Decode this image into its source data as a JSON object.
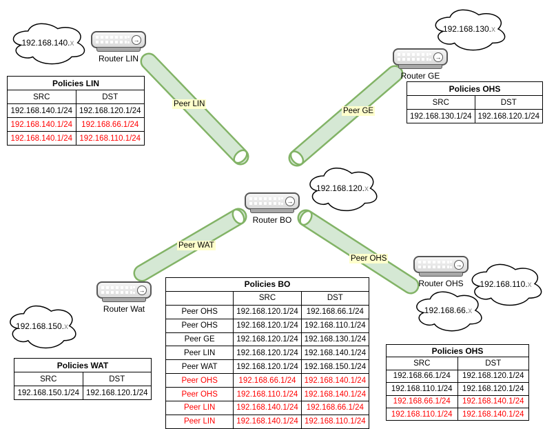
{
  "colors": {
    "link_fill": "#d5e8d4",
    "link_stroke": "#82b366",
    "peer_label_bg": "#ffffcc",
    "alert_text": "#ff0000",
    "normal_text": "#000000"
  },
  "icons": {
    "router_arrow": "→",
    "cloud": "cloud-shape",
    "router": "router-appliance"
  },
  "clouds": {
    "net140": {
      "net": "192.168.140.",
      "host": "x"
    },
    "net130": {
      "net": "192.168.130.",
      "host": "x"
    },
    "net120": {
      "net": "192.168.120.",
      "host": "x"
    },
    "net150": {
      "net": "192.168.150.",
      "host": "x"
    },
    "net110": {
      "net": "192.168.110.",
      "host": "x"
    },
    "net66": {
      "net": "192.168.66.",
      "host": "x"
    }
  },
  "routers": {
    "lin": {
      "label": "Router LIN"
    },
    "ge": {
      "label": "Router GE"
    },
    "bo": {
      "label": "Router BO"
    },
    "wat": {
      "label": "Router Wat"
    },
    "ohs": {
      "label": "Router OHS"
    }
  },
  "links": {
    "lin": {
      "label": "Peer LIN"
    },
    "ge": {
      "label": "Peer GE"
    },
    "wat": {
      "label": "Peer WAT"
    },
    "ohs": {
      "label": "Peer OHS"
    }
  },
  "tables": {
    "lin": {
      "title": "Policies LIN",
      "columns": [
        "SRC",
        "DST"
      ],
      "rows": [
        {
          "cells": [
            "192.168.140.1/24",
            "192.168.120.1/24"
          ],
          "alert": false
        },
        {
          "cells": [
            "192.168.140.1/24",
            "192.168.66.1/24"
          ],
          "alert": true
        },
        {
          "cells": [
            "192.168.140.1/24",
            "192.168.110.1/24"
          ],
          "alert": true
        }
      ]
    },
    "ge": {
      "title": "Policies OHS",
      "columns": [
        "SRC",
        "DST"
      ],
      "rows": [
        {
          "cells": [
            "192.168.130.1/24",
            "192.168.120.1/24"
          ],
          "alert": false
        }
      ]
    },
    "wat": {
      "title": "Policies WAT",
      "columns": [
        "SRC",
        "DST"
      ],
      "rows": [
        {
          "cells": [
            "192.168.150.1/24",
            "192.168.120.1/24"
          ],
          "alert": false
        }
      ]
    },
    "ohs": {
      "title": "Policies OHS",
      "columns": [
        "SRC",
        "DST"
      ],
      "rows": [
        {
          "cells": [
            "192.168.66.1/24",
            "192.168.120.1/24"
          ],
          "alert": false
        },
        {
          "cells": [
            "192.168.110.1/24",
            "192.168.120.1/24"
          ],
          "alert": false
        },
        {
          "cells": [
            "192.168.66.1/24",
            "192.168.140.1/24"
          ],
          "alert": true
        },
        {
          "cells": [
            "192.168.110.1/24",
            "192.168.140.1/24"
          ],
          "alert": true
        }
      ]
    },
    "bo": {
      "title": "Policies BO",
      "columns": [
        "",
        "SRC",
        "DST"
      ],
      "rows": [
        {
          "cells": [
            "Peer OHS",
            "192.168.120.1/24",
            "192.168.66.1/24"
          ],
          "alert": false
        },
        {
          "cells": [
            "Peer OHS",
            "192.168.120.1/24",
            "192.168.110.1/24"
          ],
          "alert": false
        },
        {
          "cells": [
            "Peer GE",
            "192.168.120.1/24",
            "192.168.130.1/24"
          ],
          "alert": false
        },
        {
          "cells": [
            "Peer LIN",
            "192.168.120.1/24",
            "192.168.140.1/24"
          ],
          "alert": false
        },
        {
          "cells": [
            "Peer WAT",
            "192.168.120.1/24",
            "192.168.150.1/24"
          ],
          "alert": false
        },
        {
          "cells": [
            "Peer OHS",
            "192.168.66.1/24",
            "192.168.140.1/24"
          ],
          "alert": true
        },
        {
          "cells": [
            "Peer OHS",
            "192.168.110.1/24",
            "192.168.140.1/24"
          ],
          "alert": true
        },
        {
          "cells": [
            "Peer LIN",
            "192.168.140.1/24",
            "192.168.66.1/24"
          ],
          "alert": true
        },
        {
          "cells": [
            "Peer LIN",
            "192.168.140.1/24",
            "192.168.110.1/24"
          ],
          "alert": true
        }
      ]
    }
  }
}
